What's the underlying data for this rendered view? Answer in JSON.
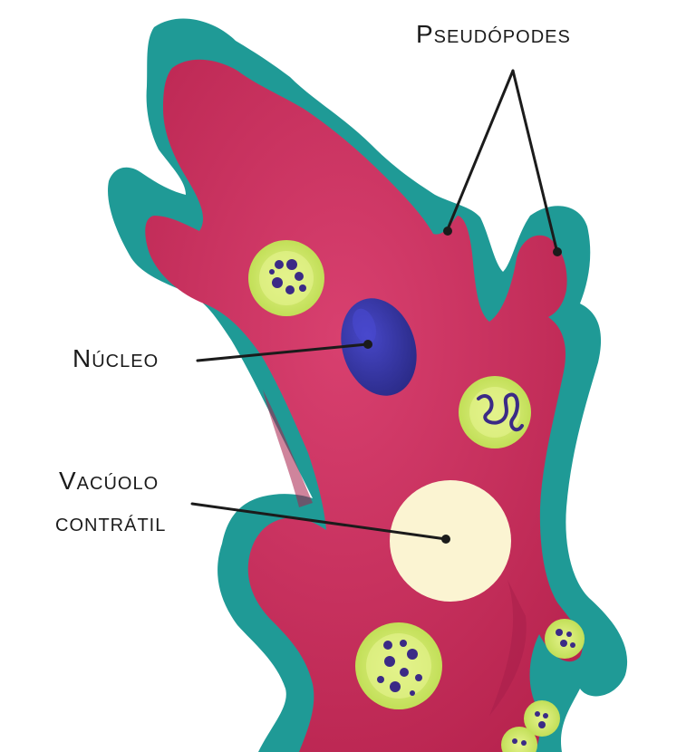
{
  "labels": {
    "pseudopodes": "Pseudópodes",
    "nucleo": "Núcleo",
    "vacuolo_line1": "Vacúolo",
    "vacuolo_line2": "contrátil"
  },
  "colors": {
    "membrane": "#1f9a96",
    "membrane_dark": "#177f7c",
    "cytoplasm": "#c42a5a",
    "cytoplasm_light": "#d23d6a",
    "cytoplasm_dark": "#9b1c46",
    "nucleus": "#2d2d8f",
    "nucleus_highlight": "#4040c0",
    "food_vacuole": "#c8e65a",
    "food_vacuole_inner": "#e3f28a",
    "food_particle": "#3b2a86",
    "contractile_vacuole": "#fbf4d2",
    "leader_line": "#1b1b1b"
  }
}
